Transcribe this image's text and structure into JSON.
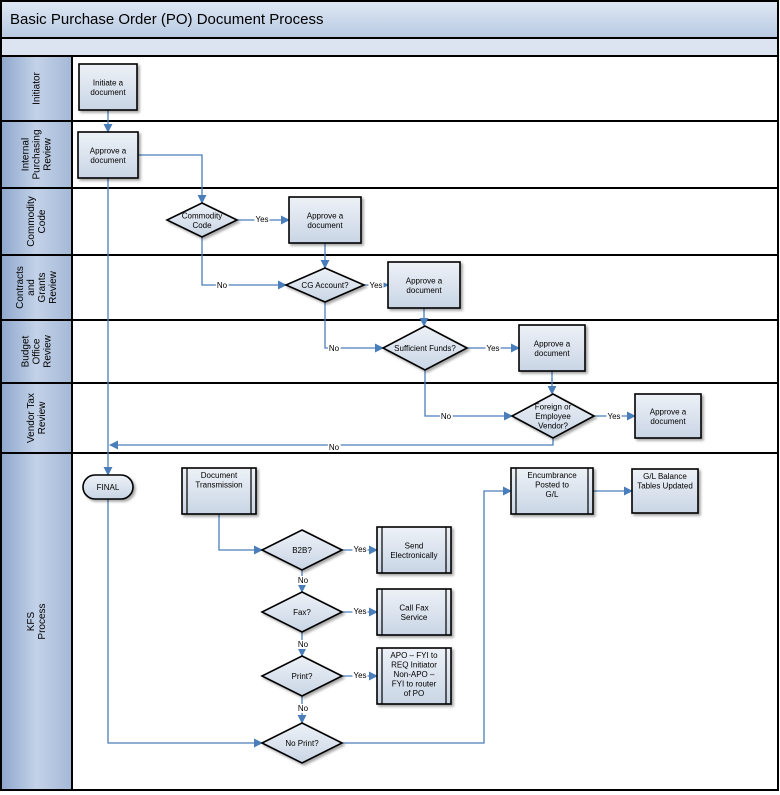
{
  "title": "Basic Purchase Order (PO) Document Process",
  "lanes": [
    {
      "id": "initiator",
      "label": [
        "Initiator"
      ]
    },
    {
      "id": "internal-purchasing-review",
      "label": [
        "Internal",
        "Purchasing",
        "Review"
      ]
    },
    {
      "id": "commodity-code",
      "label": [
        "Commodity",
        "Code"
      ]
    },
    {
      "id": "contracts-and-grants-review",
      "label": [
        "Contracts",
        "and",
        "Grants",
        "Review"
      ]
    },
    {
      "id": "budget-office-review",
      "label": [
        "Budget",
        "Office",
        "Review"
      ]
    },
    {
      "id": "vendor-tax-review",
      "label": [
        "Vendor Tax",
        "Review"
      ]
    },
    {
      "id": "kfs-process",
      "label": [
        "KFS",
        "Process"
      ]
    }
  ],
  "nodes": [
    {
      "id": "initiate",
      "type": "process",
      "lane": "initiator",
      "text": [
        "Initiate a",
        "document"
      ]
    },
    {
      "id": "approve-purchasing",
      "type": "process",
      "lane": "internal-purchasing-review",
      "text": [
        "Approve a",
        "document"
      ]
    },
    {
      "id": "commodity-decision",
      "type": "decision",
      "lane": "commodity-code",
      "text": [
        "Commodity",
        "Code"
      ]
    },
    {
      "id": "approve-commodity",
      "type": "process",
      "lane": "commodity-code",
      "text": [
        "Approve a",
        "document"
      ]
    },
    {
      "id": "cg-decision",
      "type": "decision",
      "lane": "contracts-and-grants-review",
      "text": [
        "CG Account?"
      ]
    },
    {
      "id": "approve-cg",
      "type": "process",
      "lane": "contracts-and-grants-review",
      "text": [
        "Approve a",
        "document"
      ]
    },
    {
      "id": "funds-decision",
      "type": "decision",
      "lane": "budget-office-review",
      "text": [
        "Sufficient Funds?"
      ]
    },
    {
      "id": "approve-budget",
      "type": "process",
      "lane": "budget-office-review",
      "text": [
        "Approve a",
        "document"
      ]
    },
    {
      "id": "vendor-decision",
      "type": "decision",
      "lane": "vendor-tax-review",
      "text": [
        "Foreign or",
        "Employee",
        "Vendor?"
      ]
    },
    {
      "id": "approve-vendor",
      "type": "process",
      "lane": "vendor-tax-review",
      "text": [
        "Approve a",
        "document"
      ]
    },
    {
      "id": "final",
      "type": "terminator",
      "lane": "kfs-process",
      "text": [
        "FINAL"
      ]
    },
    {
      "id": "doc-transmission",
      "type": "subprocess",
      "lane": "kfs-process",
      "text": [
        "Document",
        "Transmission"
      ]
    },
    {
      "id": "b2b-decision",
      "type": "decision",
      "lane": "kfs-process",
      "text": [
        "B2B?"
      ]
    },
    {
      "id": "send-electronically",
      "type": "subprocess",
      "lane": "kfs-process",
      "text": [
        "Send",
        "Electronically"
      ]
    },
    {
      "id": "fax-decision",
      "type": "decision",
      "lane": "kfs-process",
      "text": [
        "Fax?"
      ]
    },
    {
      "id": "call-fax",
      "type": "subprocess",
      "lane": "kfs-process",
      "text": [
        "Call Fax",
        "Service"
      ]
    },
    {
      "id": "print-decision",
      "type": "decision",
      "lane": "kfs-process",
      "text": [
        "Print?"
      ]
    },
    {
      "id": "apo-fyi",
      "type": "subprocess",
      "lane": "kfs-process",
      "text": [
        "APO – FYI to",
        "REQ Initiator",
        "Non-APO –",
        "FYI to router",
        "of PO"
      ]
    },
    {
      "id": "noprint-decision",
      "type": "decision",
      "lane": "kfs-process",
      "text": [
        "No Print?"
      ]
    },
    {
      "id": "encumbrance",
      "type": "subprocess",
      "lane": "kfs-process",
      "text": [
        "Encumbrance",
        "Posted to",
        "G/L"
      ]
    },
    {
      "id": "gl-balance",
      "type": "process",
      "lane": "kfs-process",
      "text": [
        "G/L Balance",
        "Tables Updated"
      ]
    }
  ],
  "edges": [
    {
      "id": "e-initiate-approve",
      "from": "initiate",
      "to": "approve-purchasing",
      "label": ""
    },
    {
      "id": "e-approve-commodity-dec",
      "from": "approve-purchasing",
      "to": "commodity-decision",
      "label": ""
    },
    {
      "id": "e-commodity-yes",
      "from": "commodity-decision",
      "to": "approve-commodity",
      "label": "Yes"
    },
    {
      "id": "e-commodity-no",
      "from": "commodity-decision",
      "to": "cg-decision",
      "label": "No"
    },
    {
      "id": "e-approve-commodity-cg",
      "from": "approve-commodity",
      "to": "cg-decision",
      "label": ""
    },
    {
      "id": "e-cg-yes",
      "from": "cg-decision",
      "to": "approve-cg",
      "label": "Yes"
    },
    {
      "id": "e-cg-no",
      "from": "cg-decision",
      "to": "funds-decision",
      "label": "No"
    },
    {
      "id": "e-approve-cg-funds",
      "from": "approve-cg",
      "to": "funds-decision",
      "label": ""
    },
    {
      "id": "e-funds-yes",
      "from": "funds-decision",
      "to": "approve-budget",
      "label": "Yes"
    },
    {
      "id": "e-funds-no",
      "from": "funds-decision",
      "to": "vendor-decision",
      "label": "No"
    },
    {
      "id": "e-approve-budget-vendor",
      "from": "approve-budget",
      "to": "vendor-decision",
      "label": ""
    },
    {
      "id": "e-vendor-yes",
      "from": "vendor-decision",
      "to": "approve-vendor",
      "label": "Yes"
    },
    {
      "id": "e-vendor-no",
      "from": "vendor-decision",
      "to": "approve-purchasing-line",
      "label": "No"
    },
    {
      "id": "e-to-final",
      "from": "approve-purchasing",
      "to": "final",
      "label": ""
    },
    {
      "id": "e-doc-b2b",
      "from": "doc-transmission",
      "to": "b2b-decision",
      "label": ""
    },
    {
      "id": "e-b2b-yes",
      "from": "b2b-decision",
      "to": "send-electronically",
      "label": "Yes"
    },
    {
      "id": "e-b2b-no",
      "from": "b2b-decision",
      "to": "fax-decision",
      "label": "No"
    },
    {
      "id": "e-fax-yes",
      "from": "fax-decision",
      "to": "call-fax",
      "label": "Yes"
    },
    {
      "id": "e-fax-no",
      "from": "fax-decision",
      "to": "print-decision",
      "label": "No"
    },
    {
      "id": "e-print-yes",
      "from": "print-decision",
      "to": "apo-fyi",
      "label": "Yes"
    },
    {
      "id": "e-print-no",
      "from": "print-decision",
      "to": "noprint-decision",
      "label": "No"
    },
    {
      "id": "e-final-noprint",
      "from": "final",
      "to": "noprint-decision",
      "label": ""
    },
    {
      "id": "e-noprint-encumbrance",
      "from": "noprint-decision",
      "to": "encumbrance",
      "label": ""
    },
    {
      "id": "e-encumbrance-gl",
      "from": "encumbrance",
      "to": "gl-balance",
      "label": ""
    }
  ],
  "colors": {
    "title_bg": "#c6d4e7",
    "band_bg": "#dbe4f0",
    "lane_label_bg": "#a9bcd9",
    "shape_fill": "#dbe3ee",
    "connector": "#4a7ebb",
    "border": "#000000"
  }
}
